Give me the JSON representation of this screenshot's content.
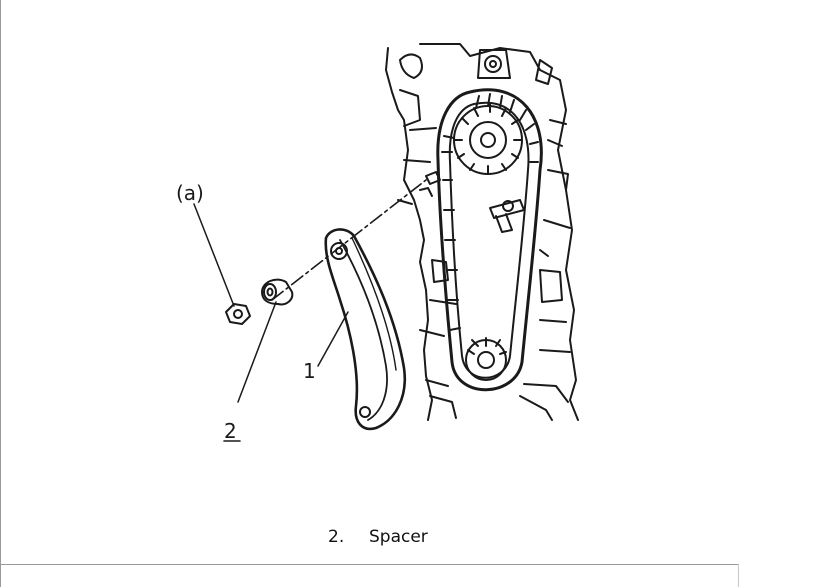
{
  "callouts": {
    "a": "(a)",
    "one": "1",
    "two": "2"
  },
  "caption": {
    "number": "2.",
    "label": "Spacer"
  }
}
